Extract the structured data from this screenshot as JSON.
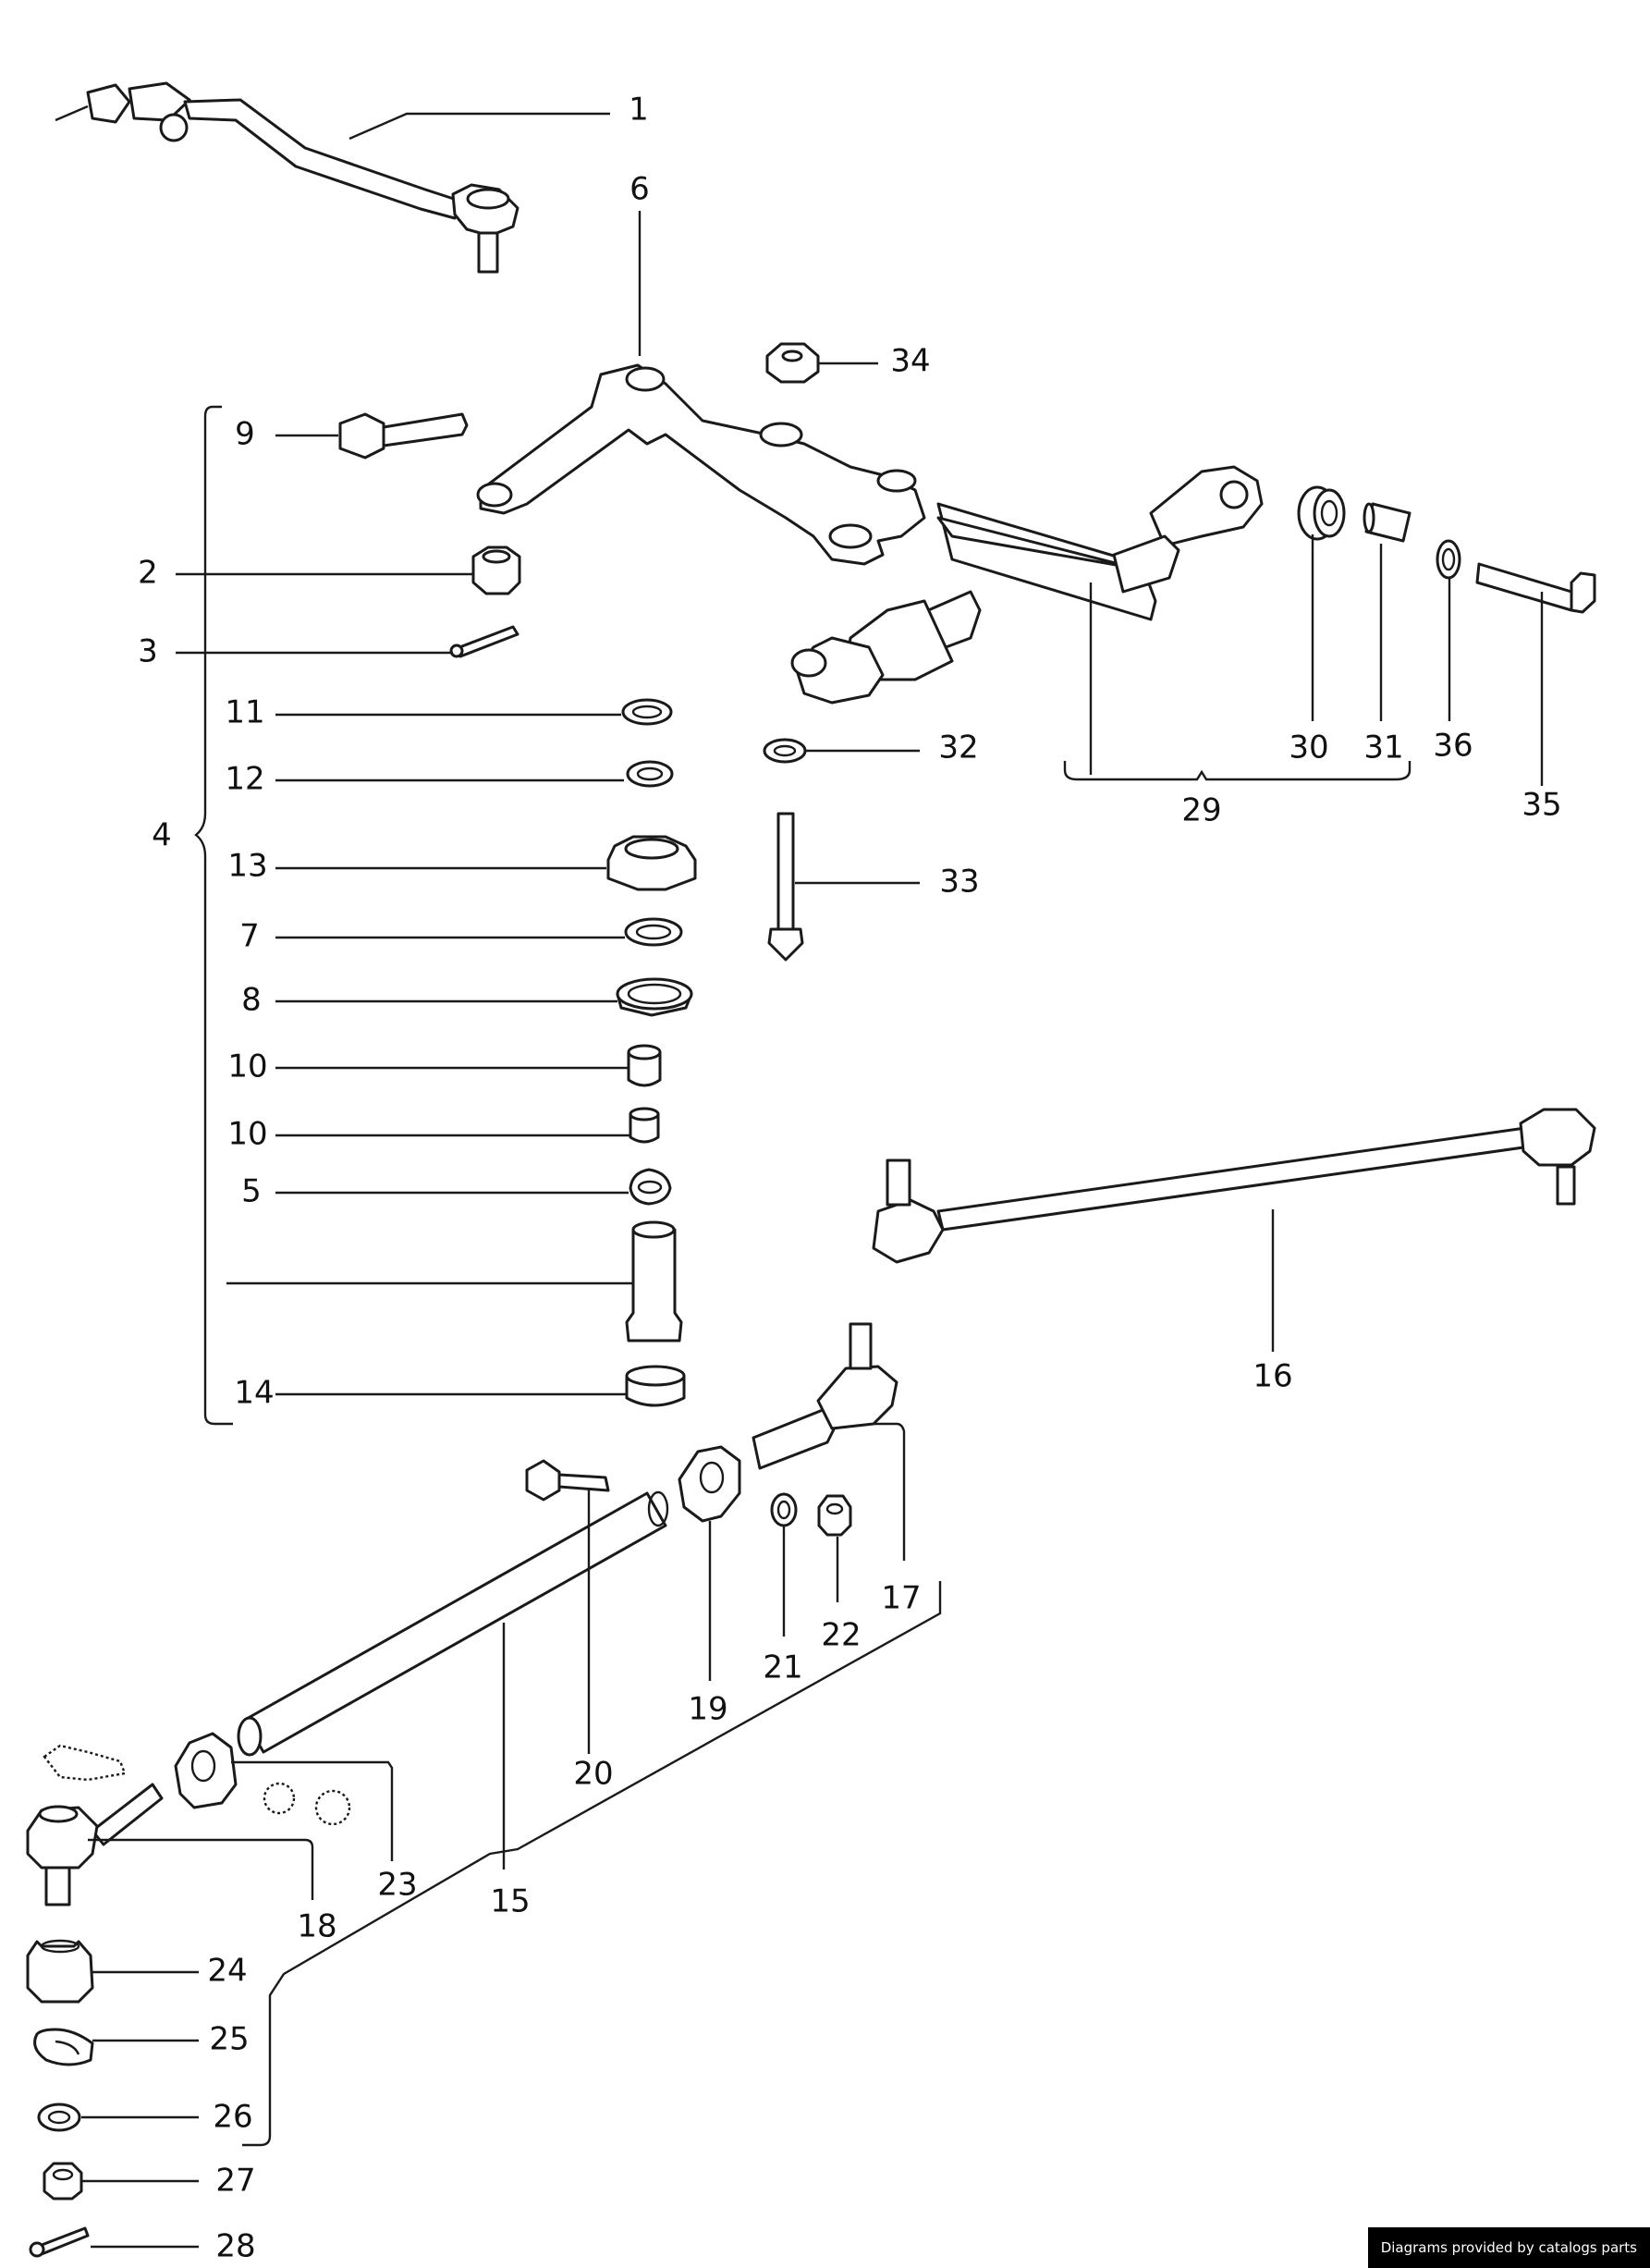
{
  "callouts": {
    "c1": "1",
    "c2": "2",
    "c3": "3",
    "c4": "4",
    "c5": "5",
    "c6": "6",
    "c7": "7",
    "c8": "8",
    "c9": "9",
    "c10a": "10",
    "c10b": "10",
    "c11": "11",
    "c12": "12",
    "c13": "13",
    "c14": "14",
    "c15": "15",
    "c16": "16",
    "c17": "17",
    "c18": "18",
    "c19": "19",
    "c20": "20",
    "c21": "21",
    "c22": "22",
    "c23": "23",
    "c24": "24",
    "c25": "25",
    "c26": "26",
    "c27": "27",
    "c28": "28",
    "c29": "29",
    "c30": "30",
    "c31": "31",
    "c32": "32",
    "c33": "33",
    "c34": "34",
    "c35": "35",
    "c36": "36"
  },
  "footer": {
    "credit": "Diagrams provided by catalogs parts"
  }
}
